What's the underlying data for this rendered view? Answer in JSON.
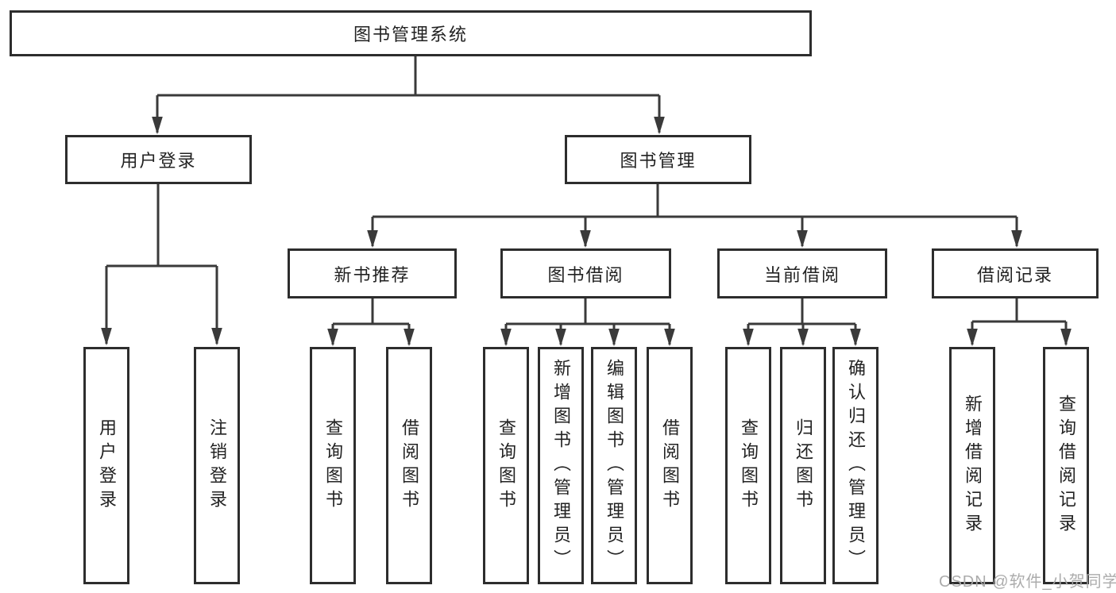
{
  "title": "图书管理系统",
  "nodes": {
    "root": "图书管理系统",
    "login": "用户登录",
    "mgmt": "图书管理",
    "rec": "新书推荐",
    "borrow": "图书借阅",
    "current": "当前借阅",
    "records": "借阅记录",
    "login_user": "用户登录",
    "login_logout": "注销登录",
    "rec_query": "查询图书",
    "rec_borrow": "借阅图书",
    "borrow_query": "查询图书",
    "borrow_add": "新增图书（管理员）",
    "borrow_edit": "编辑图书（管理员）",
    "borrow_lend": "借阅图书",
    "current_query": "查询图书",
    "current_return": "归还图书",
    "current_confirm": "确认归还（管理员）",
    "records_add": "新增借阅记录",
    "records_query": "查询借阅记录"
  },
  "watermark": "CSDN @软件_小贺同学",
  "colors": {
    "line": "#3a3a3a",
    "box_border": "#2d2d2d",
    "text": "#222222",
    "watermark": "#a8a8a8",
    "background": "#ffffff"
  }
}
